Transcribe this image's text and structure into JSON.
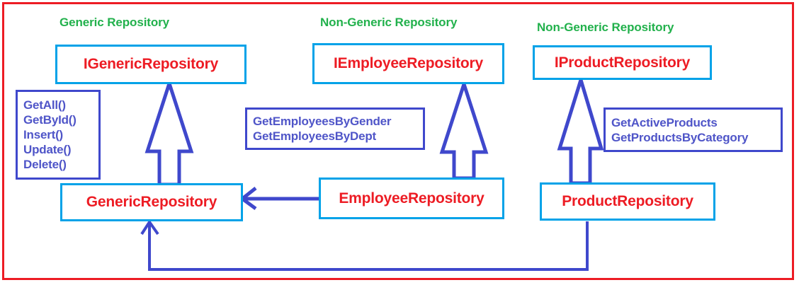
{
  "diagram": {
    "title_color": "#22B14C",
    "interface_border_color": "#00A2E8",
    "class_text_color": "#ED1C24",
    "note_color": "#3F48CC",
    "frame_color": "#ED1C24",
    "captions": [
      {
        "text": "Generic Repository"
      },
      {
        "text": "Non-Generic Repository"
      },
      {
        "text": "Non-Generic Repository"
      }
    ],
    "interfaces": [
      {
        "name": "IGenericRepository"
      },
      {
        "name": "IEmployeeRepository"
      },
      {
        "name": "IProductRepository"
      }
    ],
    "classes": [
      {
        "name": "GenericRepository"
      },
      {
        "name": "EmployeeRepository"
      },
      {
        "name": "ProductRepository"
      }
    ],
    "notes": [
      {
        "id": "generic-methods",
        "lines": [
          "GetAll()",
          "GetById()",
          "Insert()",
          "Update()",
          "Delete()"
        ]
      },
      {
        "id": "employee-methods",
        "lines": [
          "GetEmployeesByGender",
          "GetEmployeesByDept"
        ]
      },
      {
        "id": "product-methods",
        "lines": [
          "GetActiveProducts",
          "GetProductsByCategory"
        ]
      }
    ]
  }
}
